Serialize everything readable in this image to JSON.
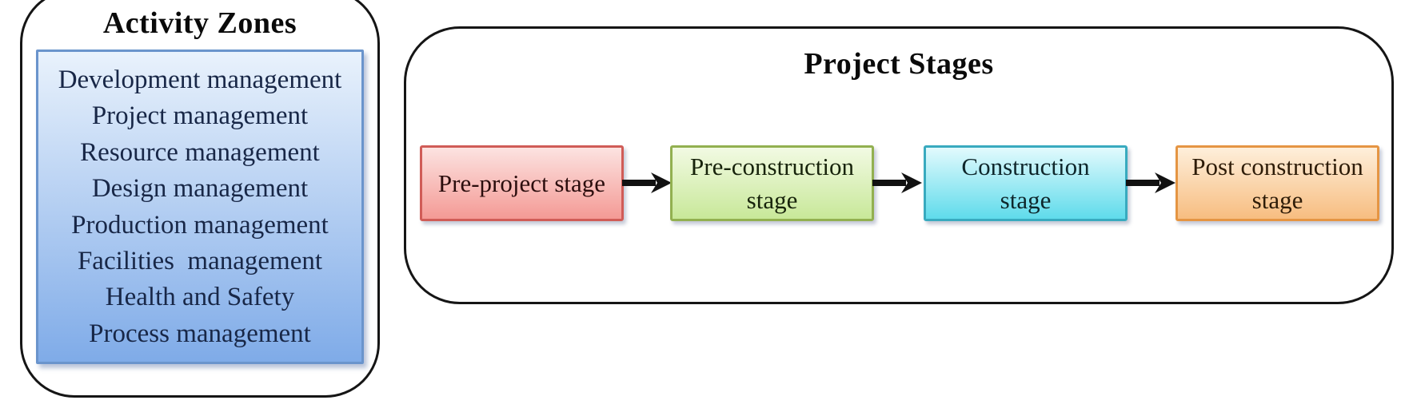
{
  "activity_zones": {
    "title": "Activity Zones",
    "items": [
      "Development management",
      "Project management",
      "Resource management",
      "Design management",
      "Production management",
      "Facilities  management",
      "Health and Safety",
      "Process management"
    ],
    "box_style": {
      "fill_top": "#e9f2fc",
      "fill_bottom": "#7fabe8",
      "border": "#6a94cc",
      "text": "#182747"
    }
  },
  "project_stages": {
    "title": "Project Stages",
    "stages": [
      {
        "label": "Pre-project stage",
        "lines": [
          "Pre-project stage"
        ],
        "fill_top": "#fce3e1",
        "fill_bottom": "#f49a95",
        "border": "#d05c57",
        "text": "#2b0d0d"
      },
      {
        "label": "Pre-construction stage",
        "lines": [
          "Pre-construction",
          "stage"
        ],
        "fill_top": "#f2fae3",
        "fill_bottom": "#c8e899",
        "border": "#92b050",
        "text": "#17230b"
      },
      {
        "label": "Construction stage",
        "lines": [
          "Construction",
          "stage"
        ],
        "fill_top": "#e2fafd",
        "fill_bottom": "#5fdbeb",
        "border": "#38aabf",
        "text": "#0e262b"
      },
      {
        "label": "Post construction stage",
        "lines": [
          "Post construction",
          "stage"
        ],
        "fill_top": "#feefdb",
        "fill_bottom": "#f7bd80",
        "border": "#e59543",
        "text": "#2e1c08"
      }
    ],
    "arrow_color": "#111111",
    "panel_border_color": "#151515"
  }
}
